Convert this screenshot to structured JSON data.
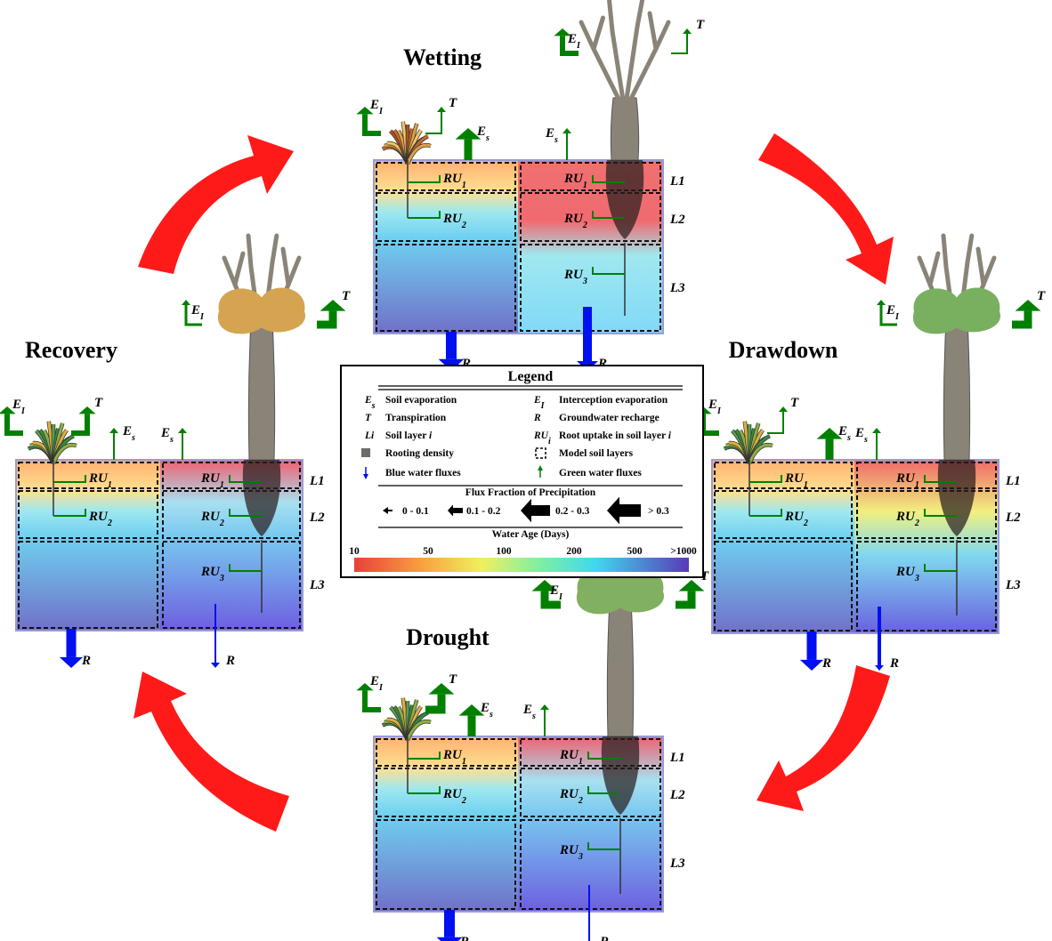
{
  "phases": {
    "wetting": "Wetting",
    "drawdown": "Drawdown",
    "drought": "Drought",
    "recovery": "Recovery"
  },
  "flux_labels": {
    "ei": "E",
    "ei_sub": "I",
    "t": "T",
    "es": "E",
    "es_sub": "s",
    "r": "R",
    "ru": "RU",
    "ru1_sub": "1",
    "ru2_sub": "2",
    "ru3_sub": "3"
  },
  "layers": [
    "L1",
    "L2",
    "L3"
  ],
  "legend": {
    "title": "Legend",
    "items": [
      {
        "sym": "E",
        "sub": "s",
        "text": "Soil evaporation"
      },
      {
        "sym": "E",
        "sub": "I",
        "text": "Interception evaporation"
      },
      {
        "sym": "T",
        "sub": "",
        "text": "Transpiration"
      },
      {
        "sym": "R",
        "sub": "",
        "text": "Groundwater recharge"
      },
      {
        "sym": "Li",
        "sub": "",
        "text": "Soil layer ",
        "text_i": "i"
      },
      {
        "sym": "RU",
        "sub": "i",
        "text": "Root uptake in soil layer ",
        "text_i": "i"
      },
      {
        "sym": "",
        "sub": "",
        "text": "Rooting density"
      },
      {
        "sym": "",
        "sub": "",
        "text": "Model soil layers"
      },
      {
        "sym": "",
        "sub": "",
        "text": "Blue water fluxes"
      },
      {
        "sym": "",
        "sub": "",
        "text": "Green water fluxes"
      }
    ],
    "flux_title": "Flux Fraction of Precipitation",
    "flux_classes": [
      "0 - 0.1",
      "0.1 - 0.2",
      "0.2 - 0.3",
      "> 0.3"
    ],
    "age_title": "Water Age (Days)",
    "age_ticks": [
      "10",
      "50",
      "100",
      "200",
      "500",
      ">1000"
    ]
  },
  "colors": {
    "cycle_arrow": "#ff1a1a",
    "green_flux": "#008000",
    "blue_flux": "#0010f0"
  }
}
